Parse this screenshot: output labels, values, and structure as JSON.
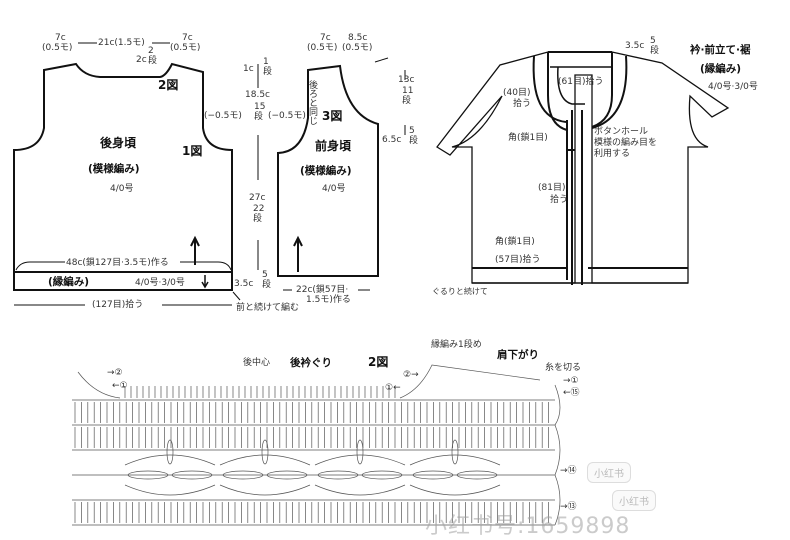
{
  "back": {
    "top_left": "7c",
    "top_left_sub": "(0.5モ)",
    "top_mid": "21c(1.5モ)",
    "top_right": "7c",
    "top_right_sub": "(0.5モ)",
    "neck_drop": "2c",
    "neck_rows": "2段",
    "fig_label": "2図",
    "armhole_dec": "(−0.5モ)",
    "fig1_label": "1図",
    "title": "後身頃",
    "pattern": "(模様編み)",
    "hook": "4/0号",
    "chain_start": "48c(鎖127目·3.5モ)作る",
    "band_label": "(縁編み)",
    "band_hook": "4/0号·3/0号",
    "pickup": "(127目)拾う",
    "continue_note": "前と続けて編む",
    "band_height": "3.5c"
  },
  "side_dims": {
    "d1": "1c",
    "d1_rows": "1段",
    "d2": "18.5c",
    "d2_rows": "15段",
    "dec": "(−0.5モ)",
    "d3": "27c",
    "d3_rows": "22段",
    "d4_rows": "5段"
  },
  "front": {
    "top_left": "7c",
    "top_left_sub": "(0.5モ)",
    "top_right": "8.5c",
    "top_right_sub": "(0.5モ)",
    "same_as_back": "後ろと同じ",
    "fig_label": "3図",
    "title": "前身頃",
    "pattern": "(模様編み)",
    "hook": "4/0号",
    "chain_start": "22c(鎖57目·",
    "chain_start2": "1.5モ)作る",
    "neck_h": "13c",
    "neck_rows": "11段",
    "lower_h": "6.5c",
    "lower_rows": "5段"
  },
  "jacket": {
    "band_h": "3.5c",
    "band_rows": "5段",
    "title": "衿·前立て·裾",
    "pattern": "(縁編み)",
    "hook": "4/0号·3/0号",
    "collar_pick": "(61目)拾う",
    "side_pick": "(40目)",
    "side_pick2": "拾う",
    "corner1": "角(鎖1目)",
    "buttonhole1": "ボタンホール",
    "buttonhole2": "模様の編み目を",
    "buttonhole3": "利用する",
    "front_pick": "(81目)",
    "front_pick2": "拾う",
    "corner2": "角(鎖1目)",
    "hem_pick": "(57目)拾う",
    "continue": "ぐるりと続けて"
  },
  "chart": {
    "back_center": "後中心",
    "neckline": "後衿ぐり",
    "fig_label": "2図",
    "edge_row1": "縁編み1段め",
    "shoulder": "肩下がり",
    "cut_yarn": "糸を切る",
    "row2_left": "→②",
    "row1_left": "←①",
    "row2_right": "②→",
    "row1_right": "①←",
    "r1": "→①",
    "r15": "←⑮",
    "r_mid": "→⑭",
    "r_low": "→⑬"
  },
  "watermark": {
    "main": "小红书号:1659898",
    "badge1": "小红书",
    "badge2": "小红书"
  }
}
